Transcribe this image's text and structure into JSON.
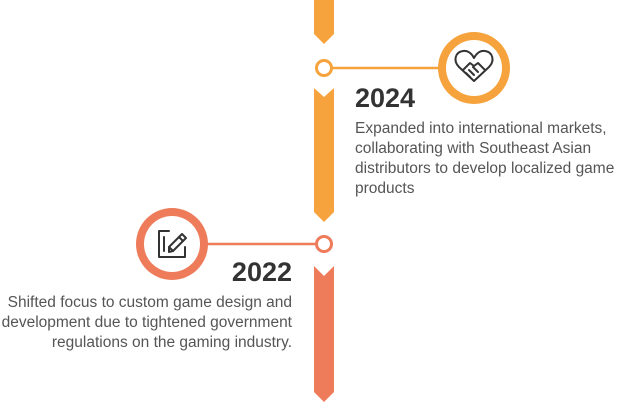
{
  "colors": {
    "orange": "#F6A33D",
    "coral": "#EE7B5A"
  },
  "events": [
    {
      "year": "2024",
      "description": "Expanded into international markets, collaborating with Southeast Asian distributors to develop localized game products",
      "icon": "handshake-heart-icon",
      "side": "right"
    },
    {
      "year": "2022",
      "description": "Shifted focus to custom game design and development due to tightened government regulations on the gaming industry.",
      "icon": "edit-document-icon",
      "side": "left"
    }
  ]
}
